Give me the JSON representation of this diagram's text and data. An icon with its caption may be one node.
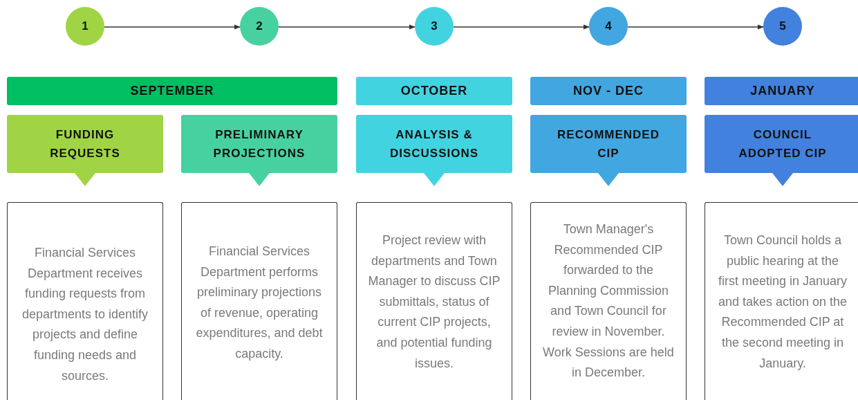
{
  "diagram": {
    "nodes": [
      {
        "text": [
          "1"
        ]
      },
      {
        "text": [
          "2"
        ]
      },
      {
        "text": [
          "3"
        ]
      },
      {
        "text": [
          "4"
        ]
      },
      {
        "text": [
          "5"
        ]
      },
      {
        "text": [
          "SEPTEMBER"
        ]
      },
      {
        "text": [
          "OCTOBER"
        ]
      },
      {
        "text": [
          "NOV - DEC"
        ]
      },
      {
        "text": [
          "JANUARY"
        ]
      },
      {
        "text": [
          "FUNDING REQUESTS"
        ]
      },
      {
        "text": [
          "PRELIMINARY PROJECTIONS"
        ]
      },
      {
        "text": [
          "ANALYSIS & DISCUSSIONS"
        ]
      },
      {
        "text": [
          "RECOMMENDED CIP"
        ]
      },
      {
        "text": [
          "COUNCIL ADOPTED CIP"
        ]
      },
      {
        "text": [
          "Financial Services Department receives funding requests from departments to identify projects and define funding needs and sources."
        ]
      },
      {
        "text": [
          "Financial Services Department performs preliminary projections of revenue, operating expenditures, and debt capacity."
        ]
      },
      {
        "text": [
          "Project review with departments and Town Manager to discuss CIP submittals, status of current CIP projects, and potential funding issues."
        ]
      },
      {
        "text": [
          "Town Manager's Recommended CIP forwarded to the Planning Commission and Town Council for review in November. Work Sessions are held in December."
        ]
      },
      {
        "text": [
          "Town Council holds a public hearing at the first meeting in January and takes action on the Recommended CIP at the second meeting in January."
        ]
      }
    ],
    "edges": [
      {
        "from": 0,
        "to": 1,
        "arrow": "to"
      },
      {
        "from": 1,
        "to": 2,
        "arrow": "to"
      },
      {
        "from": 2,
        "to": 3,
        "arrow": "to"
      },
      {
        "from": 3,
        "to": 4,
        "arrow": "to"
      }
    ]
  }
}
